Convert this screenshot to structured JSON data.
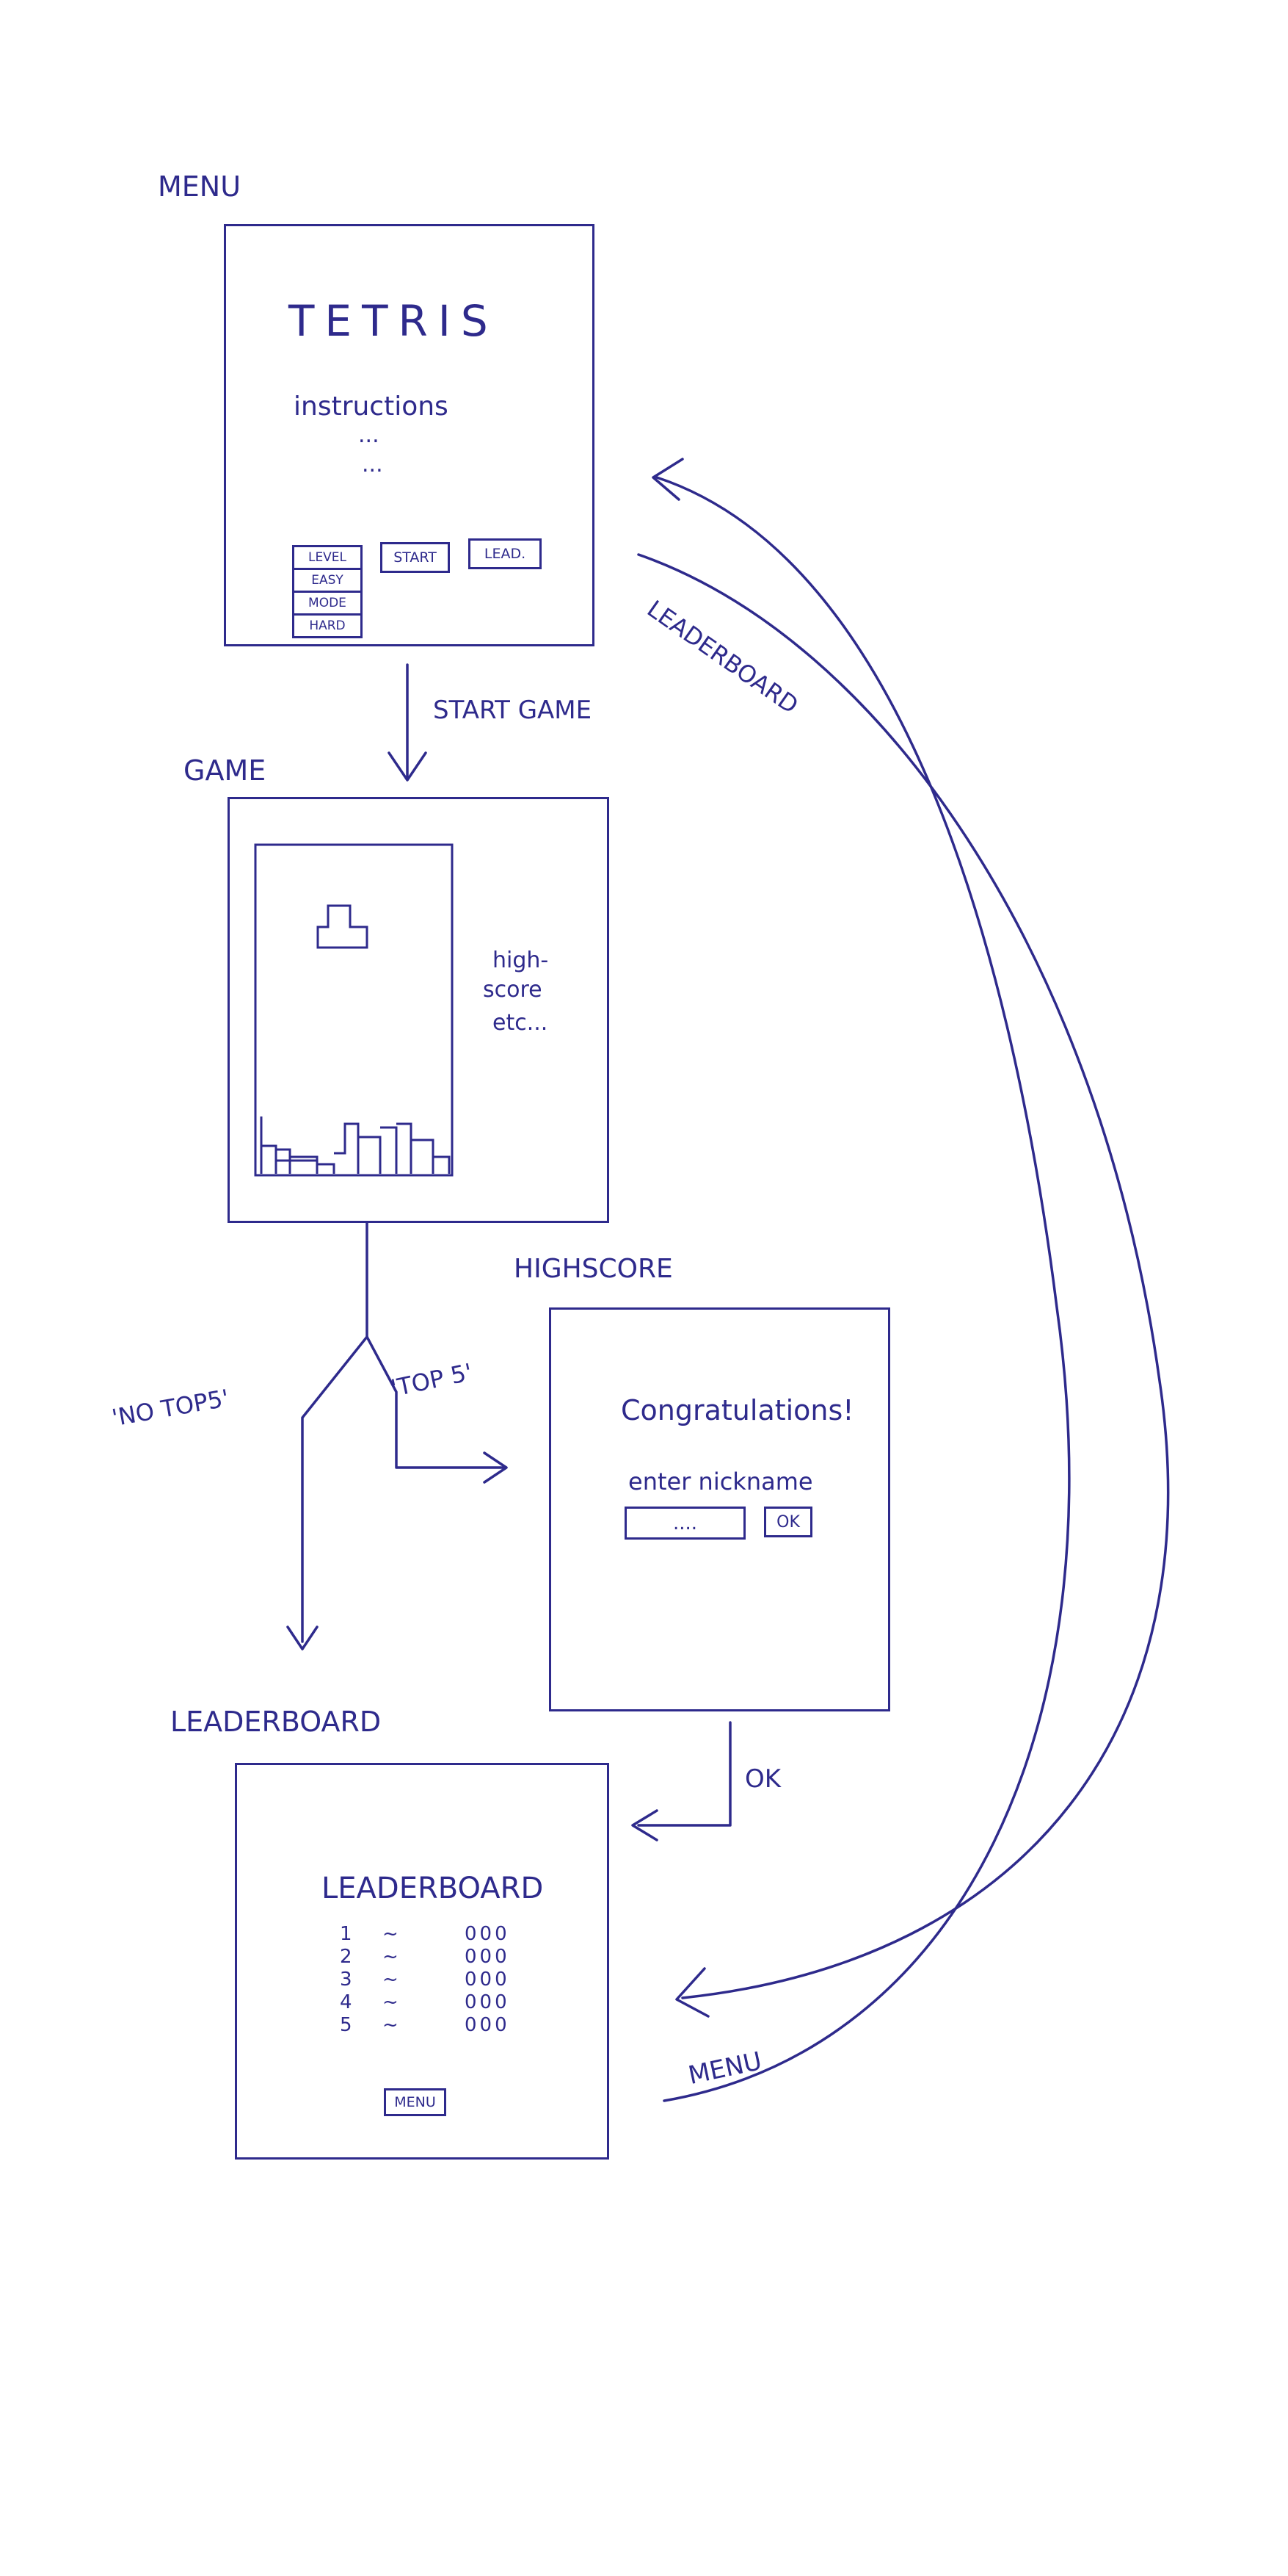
{
  "screens": {
    "menu": {
      "label": "MENU",
      "title": "TETRIS",
      "instructions": "instructions",
      "dots1": "...",
      "dots2": "...",
      "buttons": [
        "LEVEL",
        "EASY",
        "MODE",
        "HARD"
      ],
      "start": "START",
      "lead": "LEAD."
    },
    "game": {
      "label": "GAME",
      "side_text": [
        "high-",
        "score",
        "etc..."
      ]
    },
    "highscore": {
      "label": "HIGHSCORE",
      "congrats": "Congratulations!",
      "prompt": "enter nickname",
      "input": "....",
      "ok": "OK"
    },
    "leaderboard": {
      "label": "LEADERBOARD",
      "title": "LEADERBOARD",
      "rows": [
        {
          "rank": "1",
          "name": "~",
          "score": "000"
        },
        {
          "rank": "2",
          "name": "~",
          "score": "000"
        },
        {
          "rank": "3",
          "name": "~",
          "score": "000"
        },
        {
          "rank": "4",
          "name": "~",
          "score": "000"
        },
        {
          "rank": "5",
          "name": "~",
          "score": "000"
        }
      ],
      "menu_button": "MENU"
    }
  },
  "transitions": {
    "start_game": "START GAME",
    "leaderboard": "LEADERBOARD",
    "no_top5": "'NO TOP5'",
    "top5": "'TOP 5'",
    "ok": "OK",
    "menu": "MENU"
  },
  "colors": {
    "ink": "#2e2a8c",
    "paper": "#ffffff"
  }
}
